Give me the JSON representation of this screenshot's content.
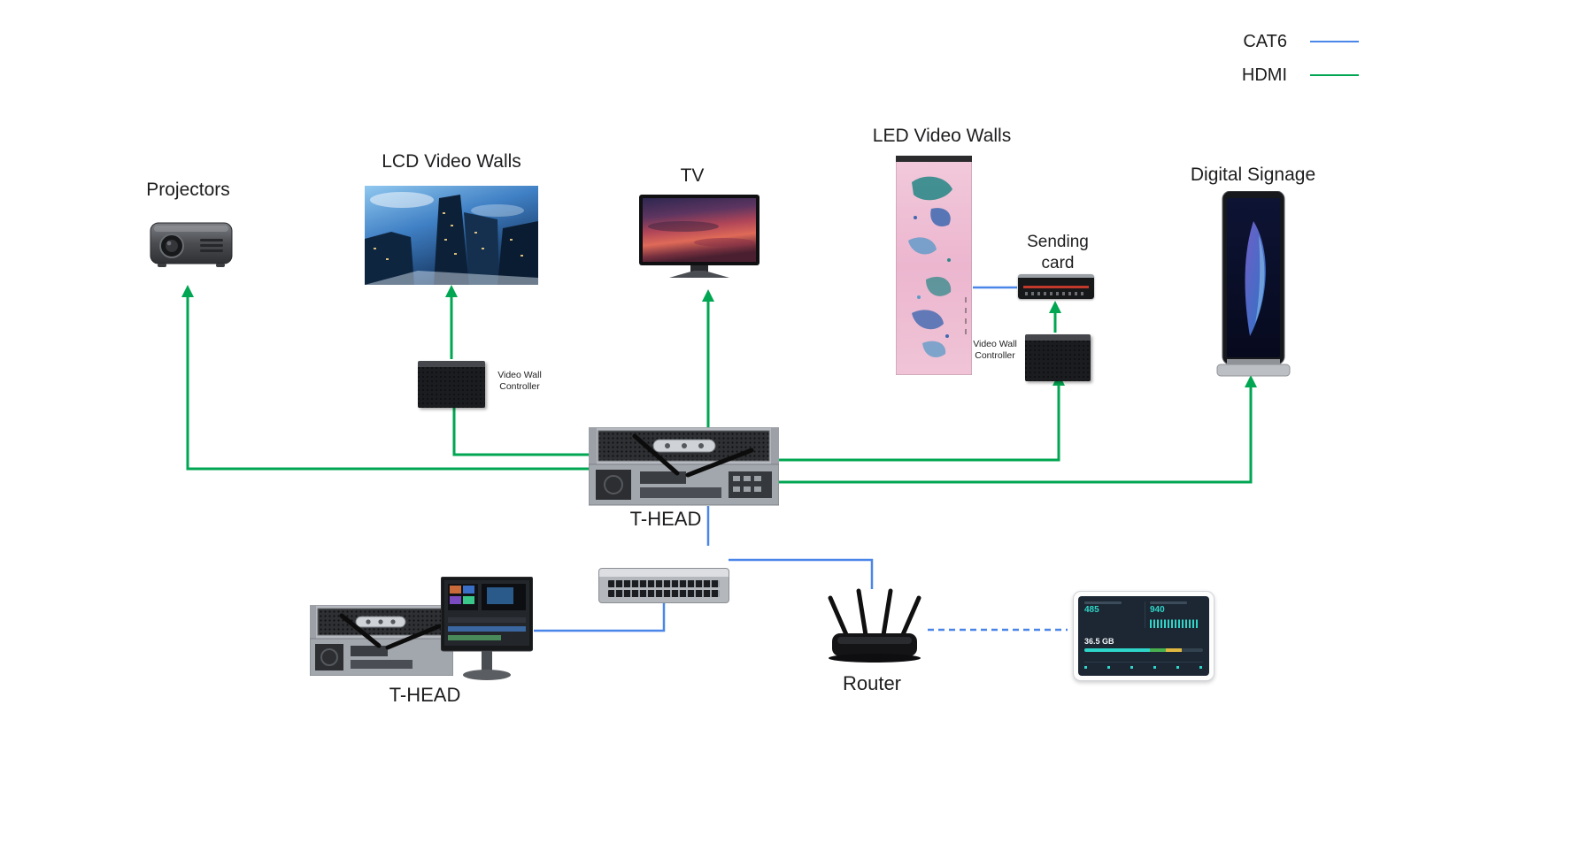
{
  "colors": {
    "cat6": "#4a86e8",
    "hdmi": "#00a651"
  },
  "legend": {
    "items": [
      {
        "label": "CAT6",
        "type": "cat6"
      },
      {
        "label": "HDMI",
        "type": "hdmi"
      }
    ]
  },
  "labels": {
    "projectors": "Projectors",
    "lcd_video_walls": "LCD Video Walls",
    "tv": "TV",
    "led_video_walls": "LED Video Walls",
    "sending_card": "Sending card",
    "video_wall_controller_lcd": "Video Wall Controller",
    "video_wall_controller_led": "Video Wall Controller",
    "digital_signage": "Digital Signage",
    "t_head_main": "T-HEAD",
    "t_head_workstation": "T-HEAD",
    "router": "Router"
  },
  "tablet_dashboard": {
    "stat_left": "485",
    "stat_right": "940",
    "storage": "36.5 GB"
  }
}
